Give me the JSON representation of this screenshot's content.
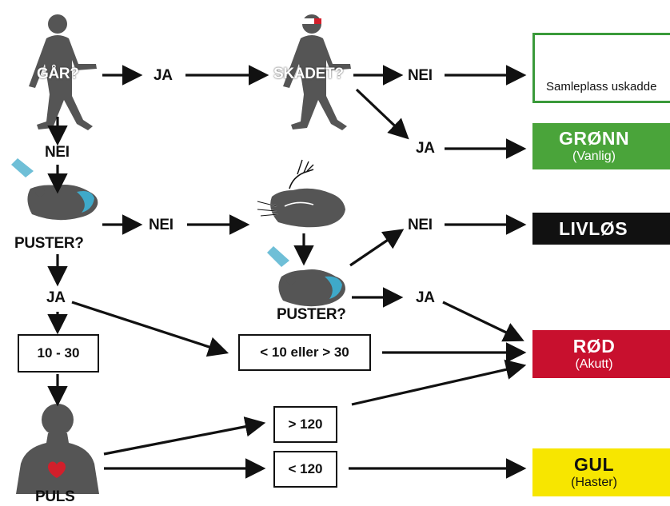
{
  "colors": {
    "silhouette": "#555555",
    "accent_blue": "#3fa9c9",
    "bandage_red": "#d21f2b",
    "green_box": "#4aa43a",
    "green_border": "#3a9a3a",
    "black_box": "#111111",
    "red_box": "#c8102e",
    "yellow_box": "#f7e600",
    "people_icon": "#1d4e63"
  },
  "icons": {
    "walking_person": "walking-person-icon",
    "injured_walking_person": "injured-walking-person-icon",
    "airway_head": "airway-head-icon",
    "head_tilt_airway": "head-tilt-airway-icon",
    "torso_pulse": "torso-heart-icon",
    "group_people": "group-people-icon"
  },
  "labels": {
    "gaar": "GÅR?",
    "ja_1": "JA",
    "skadet": "SKADET?",
    "nei_1": "NEI",
    "nei_2": "NEI",
    "ja_2": "JA",
    "puster_1": "PUSTER?",
    "nei_3": "NEI",
    "nei_4": "NEI",
    "puster_2": "PUSTER?",
    "ja_3": "JA",
    "ja_4": "JA",
    "puls": "PULS"
  },
  "boxes": {
    "range_normal": "10 - 30",
    "range_abnormal": "< 10 eller > 30",
    "pulse_high": "> 120",
    "pulse_low": "< 120"
  },
  "categories": {
    "uninjured": {
      "sub": "Samleplass uskadde"
    },
    "green": {
      "title": "GRØNN",
      "sub": "(Vanlig)"
    },
    "dead": {
      "title": "LIVLØS"
    },
    "red": {
      "title": "RØD",
      "sub": "(Akutt)"
    },
    "yellow": {
      "title": "GUL",
      "sub": "(Haster)"
    }
  }
}
